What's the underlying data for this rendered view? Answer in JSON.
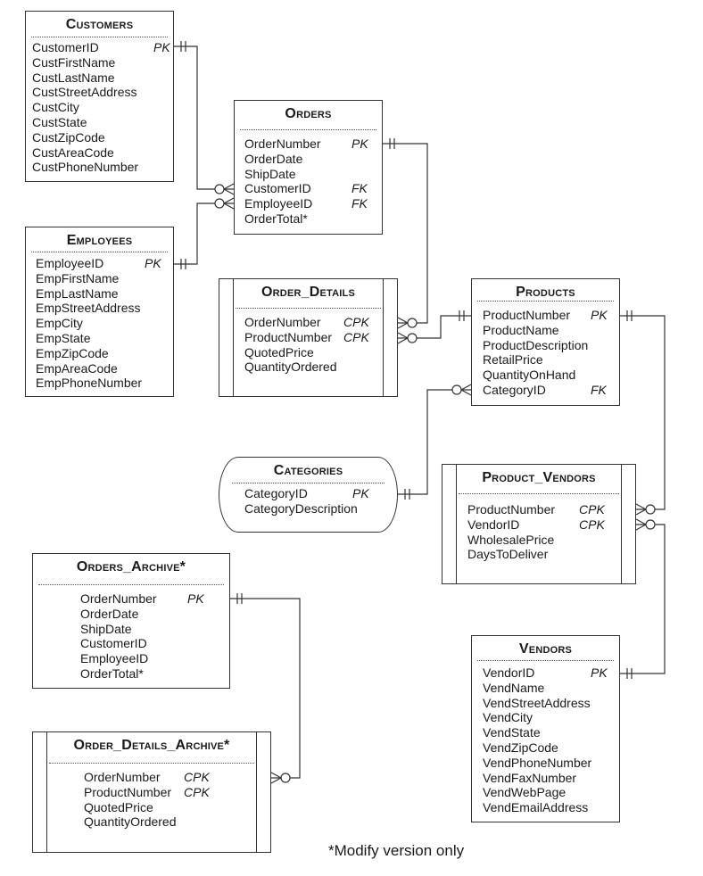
{
  "entities": {
    "customers": {
      "title": "Customers",
      "fields": [
        {
          "name": "CustomerID",
          "key": "PK"
        },
        {
          "name": "CustFirstName",
          "key": ""
        },
        {
          "name": "CustLastName",
          "key": ""
        },
        {
          "name": "CustStreetAddress",
          "key": ""
        },
        {
          "name": "CustCity",
          "key": ""
        },
        {
          "name": "CustState",
          "key": ""
        },
        {
          "name": "CustZipCode",
          "key": ""
        },
        {
          "name": "CustAreaCode",
          "key": ""
        },
        {
          "name": "CustPhoneNumber",
          "key": ""
        }
      ]
    },
    "orders": {
      "title": "Orders",
      "fields": [
        {
          "name": "OrderNumber",
          "key": "PK"
        },
        {
          "name": "OrderDate",
          "key": ""
        },
        {
          "name": "ShipDate",
          "key": ""
        },
        {
          "name": "CustomerID",
          "key": "FK"
        },
        {
          "name": "EmployeeID",
          "key": "FK"
        },
        {
          "name": "OrderTotal*",
          "key": ""
        }
      ]
    },
    "employees": {
      "title": "Employees",
      "fields": [
        {
          "name": "EmployeeID",
          "key": "PK"
        },
        {
          "name": "EmpFirstName",
          "key": ""
        },
        {
          "name": "EmpLastName",
          "key": ""
        },
        {
          "name": "EmpStreetAddress",
          "key": ""
        },
        {
          "name": "EmpCity",
          "key": ""
        },
        {
          "name": "EmpState",
          "key": ""
        },
        {
          "name": "EmpZipCode",
          "key": ""
        },
        {
          "name": "EmpAreaCode",
          "key": ""
        },
        {
          "name": "EmpPhoneNumber",
          "key": ""
        }
      ]
    },
    "order_details": {
      "title": "Order_Details",
      "fields": [
        {
          "name": "OrderNumber",
          "key": "CPK"
        },
        {
          "name": "ProductNumber",
          "key": "CPK"
        },
        {
          "name": "QuotedPrice",
          "key": ""
        },
        {
          "name": "QuantityOrdered",
          "key": ""
        }
      ]
    },
    "products": {
      "title": "Products",
      "fields": [
        {
          "name": "ProductNumber",
          "key": "PK"
        },
        {
          "name": "ProductName",
          "key": ""
        },
        {
          "name": "ProductDescription",
          "key": ""
        },
        {
          "name": "RetailPrice",
          "key": ""
        },
        {
          "name": "QuantityOnHand",
          "key": ""
        },
        {
          "name": "CategoryID",
          "key": "FK"
        }
      ]
    },
    "categories": {
      "title": "Categories",
      "fields": [
        {
          "name": "CategoryID",
          "key": "PK"
        },
        {
          "name": "CategoryDescription",
          "key": ""
        }
      ]
    },
    "product_vendors": {
      "title": "Product_Vendors",
      "fields": [
        {
          "name": "ProductNumber",
          "key": "CPK"
        },
        {
          "name": "VendorID",
          "key": "CPK"
        },
        {
          "name": "WholesalePrice",
          "key": ""
        },
        {
          "name": "DaysToDeliver",
          "key": ""
        }
      ]
    },
    "orders_archive": {
      "title": "Orders_Archive*",
      "fields": [
        {
          "name": "OrderNumber",
          "key": "PK"
        },
        {
          "name": "OrderDate",
          "key": ""
        },
        {
          "name": "ShipDate",
          "key": ""
        },
        {
          "name": "CustomerID",
          "key": ""
        },
        {
          "name": "EmployeeID",
          "key": ""
        },
        {
          "name": "OrderTotal*",
          "key": ""
        }
      ]
    },
    "vendors": {
      "title": "Vendors",
      "fields": [
        {
          "name": "VendorID",
          "key": "PK"
        },
        {
          "name": "VendName",
          "key": ""
        },
        {
          "name": "VendStreetAddress",
          "key": ""
        },
        {
          "name": "VendCity",
          "key": ""
        },
        {
          "name": "VendState",
          "key": ""
        },
        {
          "name": "VendZipCode",
          "key": ""
        },
        {
          "name": "VendPhoneNumber",
          "key": ""
        },
        {
          "name": "VendFaxNumber",
          "key": ""
        },
        {
          "name": "VendWebPage",
          "key": ""
        },
        {
          "name": "VendEmailAddress",
          "key": ""
        }
      ]
    },
    "order_details_archive": {
      "title": "Order_Details_Archive*",
      "fields": [
        {
          "name": "OrderNumber",
          "key": "CPK"
        },
        {
          "name": "ProductNumber",
          "key": "CPK"
        },
        {
          "name": "QuotedPrice",
          "key": ""
        },
        {
          "name": "QuantityOrdered",
          "key": ""
        }
      ]
    }
  },
  "footnote": "*Modify version only",
  "line_color": "#333333"
}
